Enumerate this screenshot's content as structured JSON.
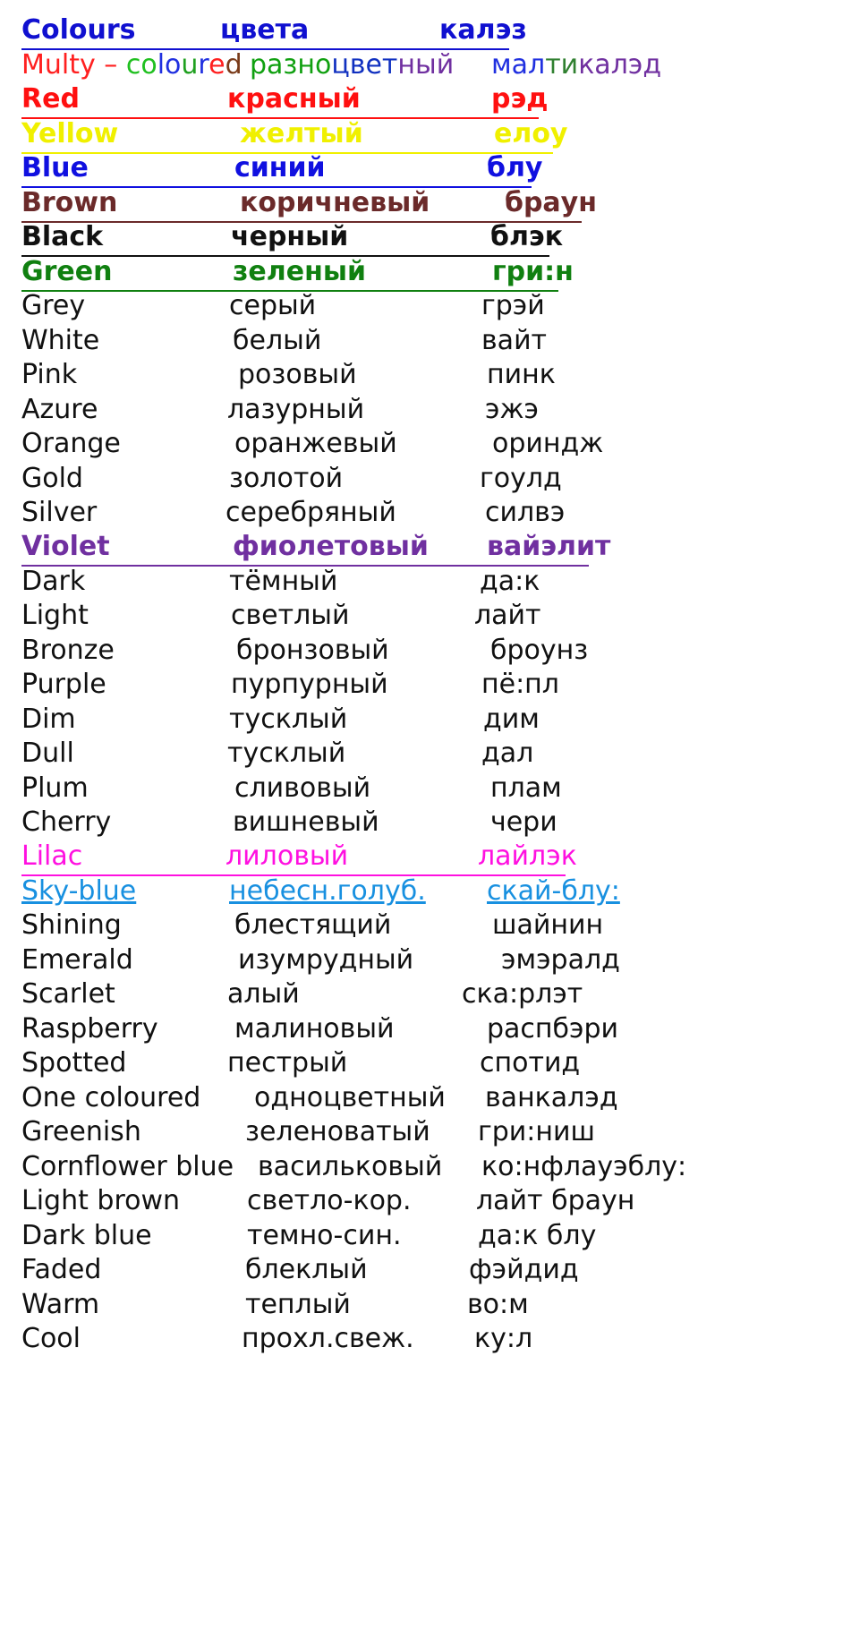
{
  "rows": [
    {
      "en": "Colours",
      "ru": "цвета",
      "tr": "калэз",
      "color": "#1010d0",
      "bold": true,
      "underline": true
    },
    {
      "en": "",
      "ru": "",
      "tr": "",
      "multi": true,
      "en_parts": [
        {
          "t": "Multy",
          "c": "#ff2020"
        },
        {
          "t": " – ",
          "c": "#ff2020"
        },
        {
          "t": "co",
          "c": "#20c020"
        },
        {
          "t": "lo",
          "c": "#2030e0"
        },
        {
          "t": "u",
          "c": "#20a020"
        },
        {
          "t": "r",
          "c": "#2030e0"
        },
        {
          "t": "e",
          "c": "#ff2020"
        },
        {
          "t": "d",
          "c": "#7a3b1a"
        }
      ],
      "ru_parts": [
        {
          "t": "разно",
          "c": "#10a010"
        },
        {
          "t": "цвет",
          "c": "#1030c0"
        },
        {
          "t": "ный",
          "c": "#7030a0"
        }
      ],
      "tr_parts": [
        {
          "t": "мал",
          "c": "#2030e0"
        },
        {
          "t": "ти",
          "c": "#308030"
        },
        {
          "t": "калэд",
          "c": "#7030a0"
        }
      ]
    },
    {
      "en": "Red",
      "ru": "красный",
      "tr": "рэд",
      "color": "#ff1010",
      "bold": true,
      "underline": true
    },
    {
      "en": "Yellow",
      "ru": "желтый",
      "tr": "елоу",
      "color": "#f0f000",
      "bold": true,
      "underline": true
    },
    {
      "en": "Blue",
      "ru": "синий",
      "tr": "блу",
      "color": "#1010e0",
      "bold": true,
      "underline": true
    },
    {
      "en": "Brown",
      "ru": "коричневый",
      "tr": "браун",
      "color": "#6b2a2a",
      "bold": true,
      "underline": true
    },
    {
      "en": "Black",
      "ru": "черный",
      "tr": "блэк",
      "color": "#111111",
      "bold": true,
      "underline": true
    },
    {
      "en": "Green",
      "ru": "зеленый",
      "tr": "гри:н",
      "color": "#108010",
      "bold": true,
      "underline": true
    },
    {
      "en": "Grey",
      "ru": "серый",
      "tr": "грэй"
    },
    {
      "en": "White",
      "ru": "белый",
      "tr": "вайт"
    },
    {
      "en": "Pink",
      "ru": "розовый",
      "tr": "пинк"
    },
    {
      "en": "Azure",
      "ru": "лазурный",
      "tr": "эжэ"
    },
    {
      "en": "Orange",
      "ru": "оранжевый",
      "tr": "ориндж"
    },
    {
      "en": "Gold",
      "ru": "золотой",
      "tr": "гоулд"
    },
    {
      "en": "Silver",
      "ru": "серебряный",
      "tr": "силвэ"
    },
    {
      "en": "Violet",
      "ru": "фиолетовый",
      "tr": "вайэлит",
      "color": "#7030a0",
      "bold": true,
      "underline": true
    },
    {
      "en": "Dark",
      "ru": "тёмный",
      "tr": "да:к"
    },
    {
      "en": "Light",
      "ru": "светлый",
      "tr": "лайт"
    },
    {
      "en": "Bronze",
      "ru": "бронзовый",
      "tr": "броунз"
    },
    {
      "en": "Purple",
      "ru": "пурпурный",
      "tr": "пё:пл"
    },
    {
      "en": "Dim",
      "ru": "тусклый",
      "tr": "дим"
    },
    {
      "en": "Dull",
      "ru": "тусклый",
      "tr": "дал"
    },
    {
      "en": "Plum",
      "ru": "сливовый",
      "tr": "плам"
    },
    {
      "en": "Cherry",
      "ru": "вишневый",
      "tr": "чери"
    },
    {
      "en": "Lilac",
      "ru": "лиловый",
      "tr": "лайлэк",
      "color": "#ff10e0",
      "underline": true
    },
    {
      "en": "Sky-blue",
      "ru": "небесн.голуб.",
      "tr": "скай-блу:",
      "color": "#1890e0",
      "underline": true
    },
    {
      "en": "Shining",
      "ru": "блестящий",
      "tr": "шайнин"
    },
    {
      "en": "Emerald",
      "ru": "изумрудный",
      "tr": "эмэралд"
    },
    {
      "en": "Scarlet",
      "ru": "алый",
      "tr": "ска:рлэт"
    },
    {
      "en": "Raspberry",
      "ru": "малиновый",
      "tr": "распбэри"
    },
    {
      "en": "Spotted",
      "ru": "пестрый",
      "tr": "спотид"
    },
    {
      "en": "One  coloured",
      "ru": "одноцветный",
      "tr": "ванкалэд"
    },
    {
      "en": "Greenish",
      "ru": "зеленоватый",
      "tr": "гри:ниш"
    },
    {
      "en": "Cornflower  blue",
      "ru": "васильковый",
      "tr": "ко:нфлауэблу:"
    },
    {
      "en": "Light  brown",
      "ru": "светло-кор.",
      "tr": "лайт браун"
    },
    {
      "en": "Dark  blue",
      "ru": "темно-син.",
      "tr": "да:к блу"
    },
    {
      "en": "Faded",
      "ru": "блеклый",
      "tr": "фэйдид"
    },
    {
      "en": "Warm",
      "ru": "теплый",
      "tr": "во:м"
    },
    {
      "en": "Cool",
      "ru": "прохл.свеж.",
      "tr": "ку:л"
    }
  ]
}
